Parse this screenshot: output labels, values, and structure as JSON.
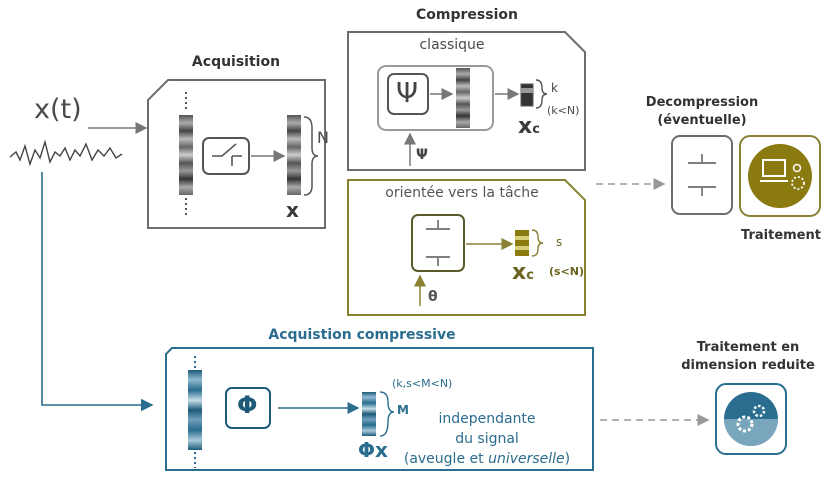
{
  "signal": {
    "label": "x(t)"
  },
  "acquisition": {
    "title": "Acquisition",
    "dim_label": "N",
    "vector_label": "x"
  },
  "compression": {
    "title": "Compression",
    "classic": {
      "label": "classique",
      "transform_symbol": "Ψ",
      "input_label": "Ψ",
      "output_label": "x",
      "output_sub": "c",
      "brace_top": "k",
      "brace_bottom": "(k<N)"
    },
    "task": {
      "label": "orientée vers la tâche",
      "input_label": "θ",
      "output_label": "x",
      "output_sub": "c",
      "brace_top": "s",
      "brace_bottom": "(s<N)"
    }
  },
  "decompression": {
    "title_line1": "Decompression",
    "title_line2": "(éventuelle)"
  },
  "processing": {
    "label": "Traitement"
  },
  "compressive": {
    "title": "Acquistion compressive",
    "matrix_symbol": "Φ",
    "output_label": "Φx",
    "brace_top": "(k,s<M<N)",
    "dim_label": "M",
    "note_line1": "independante",
    "note_line2": "du signal",
    "note_line3_prefix": "(aveugle et ",
    "note_line3_italic": "universelle",
    "note_line3_suffix": ")"
  },
  "reduced": {
    "title_line1": "Traitement en",
    "title_line2": "dimension reduite"
  },
  "colors": {
    "gray": "#6d6d6d",
    "olive": "#8a8233",
    "olive_fill": "#8a7a10",
    "teal": "#2a6d8e",
    "teal_light": "#e8f1f7"
  },
  "icons": [
    "switch-icon",
    "psi-icon",
    "theta-box-icon",
    "phi-icon",
    "decompress-icon",
    "computer-gear-icon",
    "gears-icon"
  ]
}
